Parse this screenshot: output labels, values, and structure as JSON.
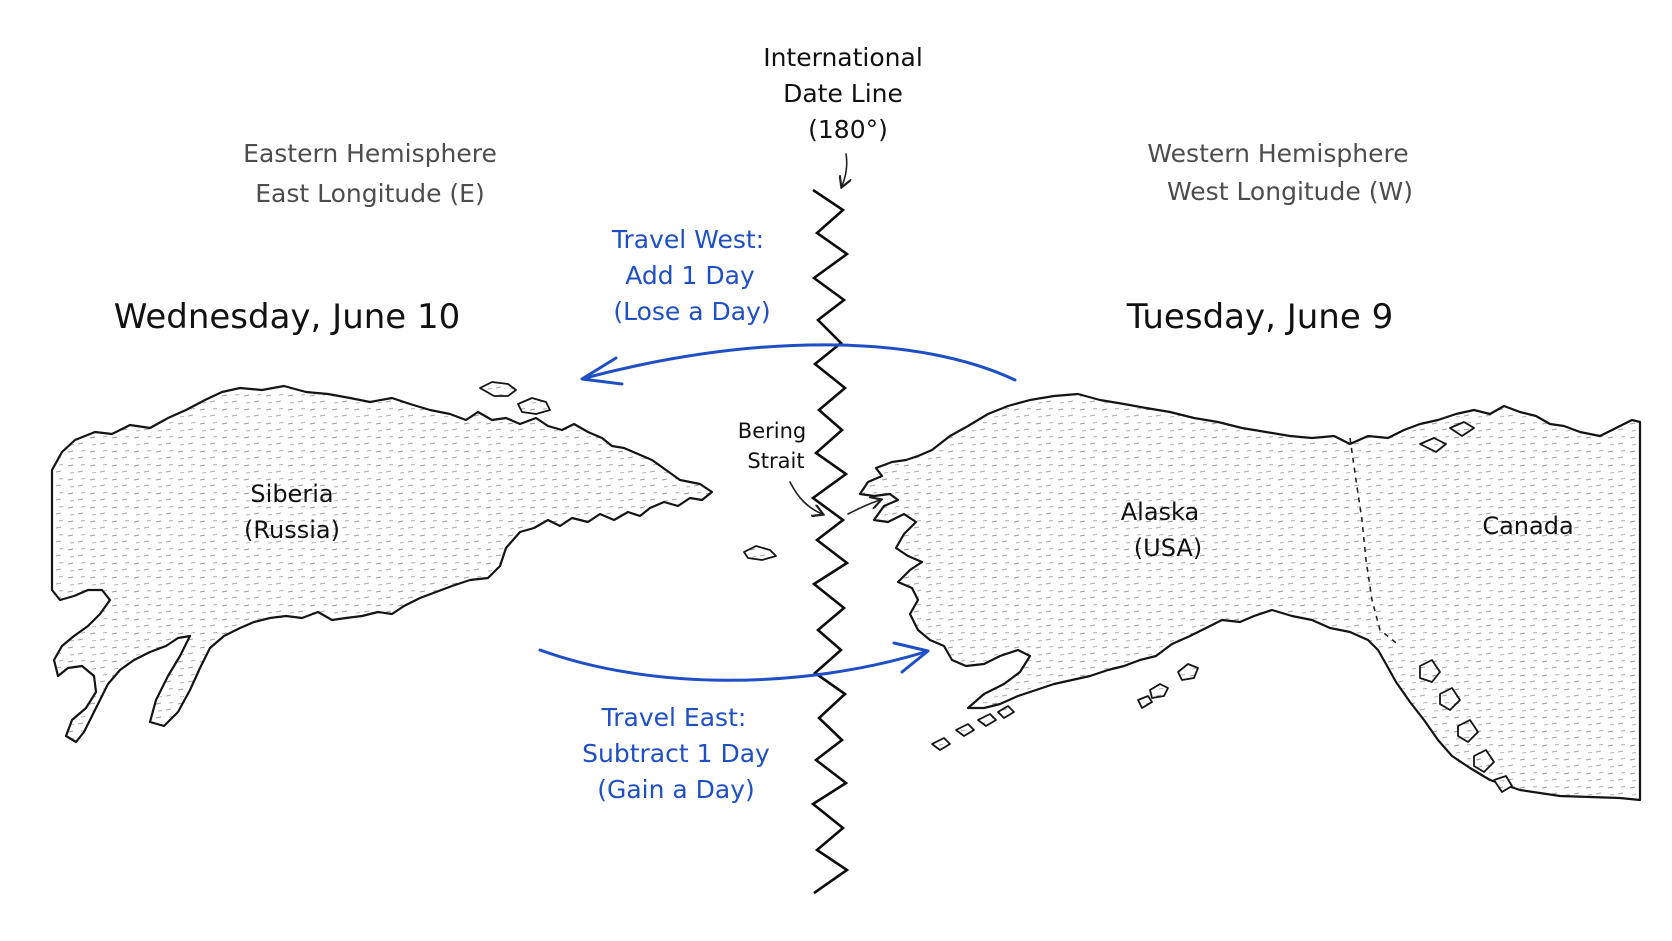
{
  "date_line": {
    "line1": "International",
    "line2": "Date Line",
    "line3": "(180°)"
  },
  "eastern": {
    "line1": "Eastern Hemisphere",
    "line2": "East Longitude (E)",
    "date": "Wednesday, June 10"
  },
  "western": {
    "line1": "Western Hemisphere",
    "line2": "West Longitude (W)",
    "date": "Tuesday, June 9"
  },
  "travel_west": {
    "line1": "Travel West:",
    "line2": "Add 1 Day",
    "line3": "(Lose a Day)"
  },
  "travel_east": {
    "line1": "Travel East:",
    "line2": "Subtract 1 Day",
    "line3": "(Gain a Day)"
  },
  "bering": {
    "line1": "Bering",
    "line2": "Strait"
  },
  "regions": {
    "siberia_line1": "Siberia",
    "siberia_line2": "(Russia)",
    "alaska_line1": "Alaska",
    "alaska_line2": "(USA)",
    "canada": "Canada"
  },
  "colors": {
    "ink": "#111111",
    "annotation_gray": "#4d4d4d",
    "arrow_blue": "#1f4fc4",
    "background": "#ffffff"
  }
}
